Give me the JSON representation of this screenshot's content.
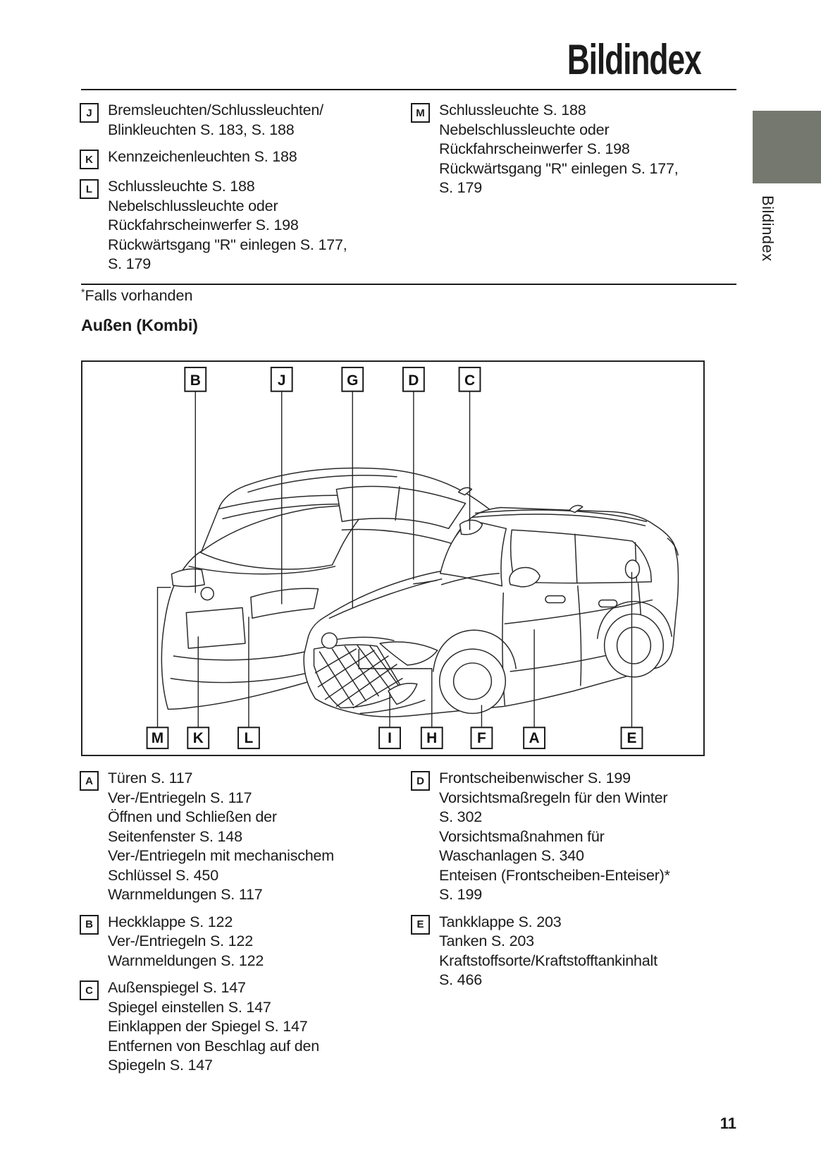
{
  "page": {
    "title": "Bildindex",
    "number": "11"
  },
  "side_tab": {
    "label": "Bildindex",
    "color": "#75786f"
  },
  "footnote": {
    "star": "*",
    "text": "Falls vorhanden"
  },
  "section_heading": "Außen (Kombi)",
  "index_top": {
    "left": [
      {
        "letter": "J",
        "lines": [
          "Bremsleuchten/Schlussleuchten/",
          "Blinkleuchten S. 183, S. 188"
        ]
      },
      {
        "letter": "K",
        "lines": [
          "Kennzeichenleuchten S. 188"
        ]
      },
      {
        "letter": "L",
        "lines": [
          "Schlussleuchte S. 188",
          "Nebelschlussleuchte oder",
          "Rückfahrscheinwerfer S. 198",
          "Rückwärtsgang \"R\" einlegen S. 177,",
          "S. 179"
        ]
      }
    ],
    "right": [
      {
        "letter": "M",
        "lines": [
          "Schlussleuchte S. 188",
          "Nebelschlussleuchte oder",
          "Rückfahrscheinwerfer S. 198",
          "Rückwärtsgang \"R\" einlegen S. 177,",
          "S. 179"
        ]
      }
    ]
  },
  "index_bottom": {
    "left": [
      {
        "letter": "A",
        "lines": [
          "Türen S. 117",
          "Ver-/Entriegeln S. 117",
          "Öffnen und Schließen der",
          "Seitenfenster S. 148",
          "Ver-/Entriegeln mit mechanischem",
          "Schlüssel S. 450",
          "Warnmeldungen S. 117"
        ]
      },
      {
        "letter": "B",
        "lines": [
          "Heckklappe S. 122",
          "Ver-/Entriegeln S. 122",
          "Warnmeldungen S. 122"
        ]
      },
      {
        "letter": "C",
        "lines": [
          "Außenspiegel S. 147",
          "Spiegel einstellen S. 147",
          "Einklappen der Spiegel S. 147",
          "Entfernen von Beschlag auf den",
          "Spiegeln S. 147"
        ]
      }
    ],
    "right": [
      {
        "letter": "D",
        "lines": [
          "Frontscheibenwischer S. 199",
          "Vorsichtsmaßregeln für den Winter",
          "S. 302",
          "Vorsichtsmaßnahmen für",
          "Waschanlagen S. 340",
          "Enteisen (Frontscheiben-Enteiser)*",
          "S. 199"
        ]
      },
      {
        "letter": "E",
        "lines": [
          "Tankklappe S. 203",
          "Tanken S. 203",
          "Kraftstoffsorte/Kraftstofftankinhalt",
          "S. 466"
        ]
      }
    ]
  },
  "diagram": {
    "top_labels": [
      "B",
      "J",
      "G",
      "D",
      "C"
    ],
    "bottom_labels": [
      "M",
      "K",
      "L",
      "I",
      "H",
      "F",
      "A",
      "E"
    ]
  }
}
